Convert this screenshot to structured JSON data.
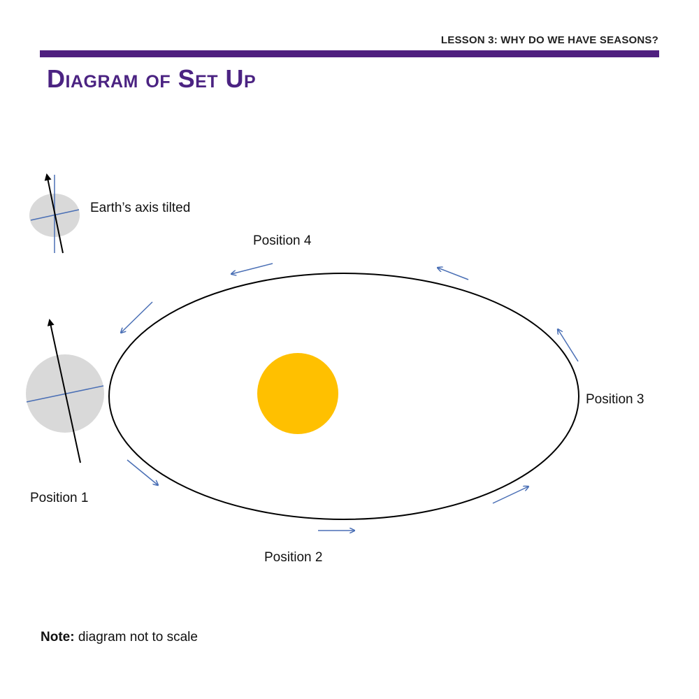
{
  "header": {
    "lesson": "LESSON 3: WHY DO WE HAVE SEASONS?",
    "title": "Diagram of Set Up"
  },
  "diagram": {
    "legend_label": "Earth’s axis tilted",
    "positions": [
      "Position 1",
      "Position 2",
      "Position 3",
      "Position 4"
    ],
    "colors": {
      "sun": "#FFC000",
      "earth": "#D9D9D9",
      "arrow": "#4A6FB5",
      "accent": "#4F1F7F"
    }
  },
  "note": {
    "label": "Note:",
    "text": " diagram not to scale"
  }
}
